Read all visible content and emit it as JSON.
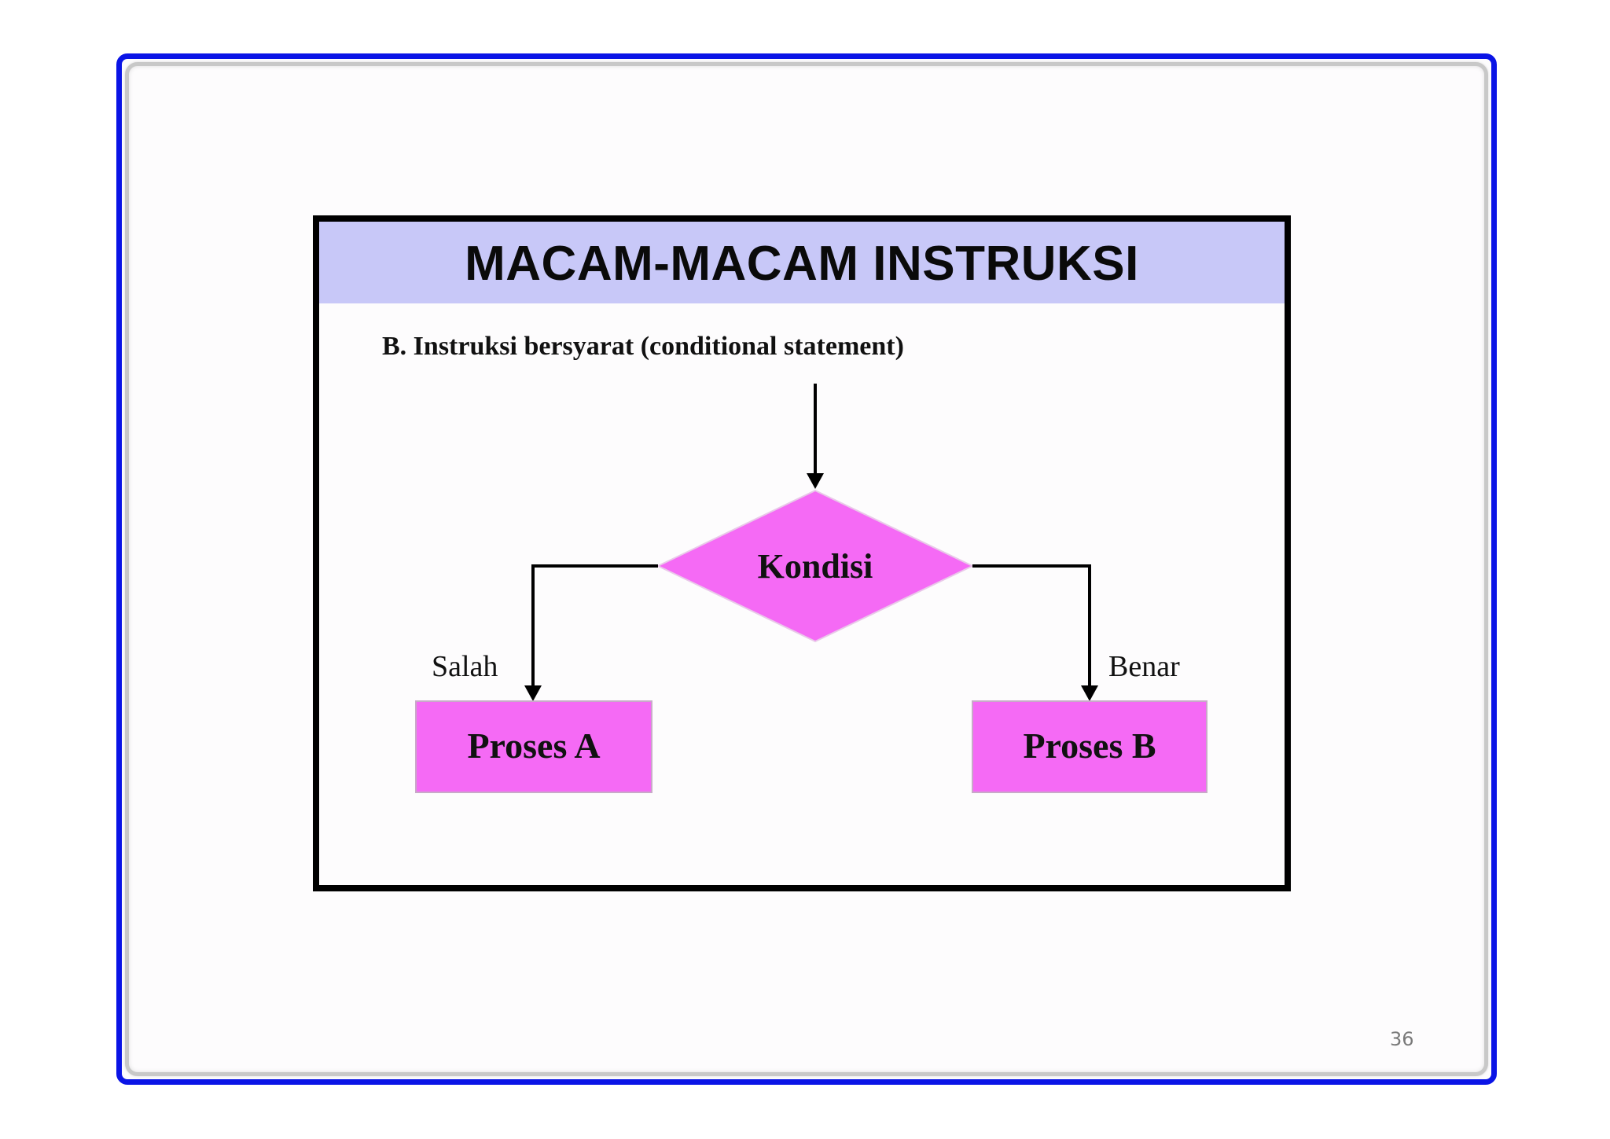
{
  "slide": {
    "title": "MACAM-MACAM INSTRUKSI",
    "subtitle": "B. Instruksi bersyarat (conditional statement)",
    "page_number": "36"
  },
  "flowchart": {
    "decision": "Kondisi",
    "left_branch_label": "Salah",
    "right_branch_label": "Benar",
    "left_process": "Proses A",
    "right_process": "Proses B"
  },
  "colors": {
    "frame_border": "#0a14e6",
    "title_bar": "#c8c8f8",
    "shape_fill": "#f56af5",
    "line": "#000000"
  }
}
